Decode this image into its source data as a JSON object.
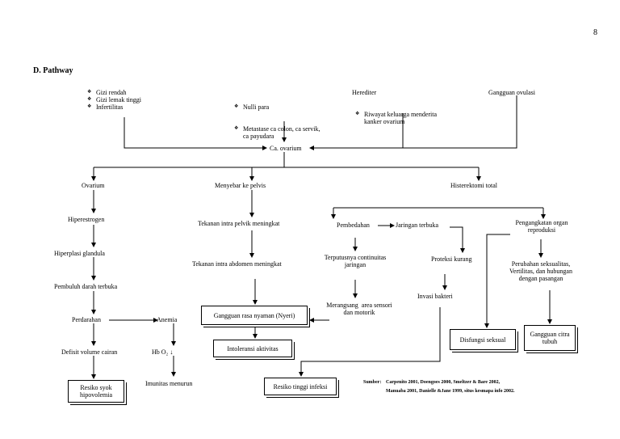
{
  "page_number": "8",
  "section_title": "D.  Pathway",
  "sources": {
    "group1": [
      "Gizi rendah",
      "Gizi lemak tinggi",
      "Infertilitas"
    ],
    "group2": [
      "Nulli para",
      "Metastase ca colon, ca servik,\nca payudara"
    ],
    "herediter_label": "Herediter",
    "group3": [
      "Riwayat keluarga menderita\nkanker ovarium"
    ],
    "gangguan_ovulasi": "Gangguan ovulasi"
  },
  "center": "Ca. ovarium",
  "branches": {
    "ovarium": "Ovarium",
    "menyebar": "Menyebar ke pelvis",
    "histerektomi": "Histerektomi total"
  },
  "left_chain": {
    "hiperestrogen": "Hiperestrogen",
    "hiperplasi": "Hiperplasi glandula",
    "pembuluh": "Pembuluh darah terbuka",
    "perdarahan": "Perdarahan",
    "anemia": "Anemia",
    "defisit": "Defisit volume cairan",
    "hb": "Hb O₂ ↓",
    "resiko_syok": "Resiko syok\nhipovolemia",
    "imunitas": "Imunitas menurun"
  },
  "middle_chain": {
    "tekanan_pelvik": "Tekanan intra pelvik meningkat",
    "tekanan_abdomen": "Tekanan intra abdomen meningkat",
    "nyeri": "Gangguan rasa nyaman (Nyeri)",
    "intoleransi": "Intoleransi aktivitas"
  },
  "right_chain": {
    "pembedahan": "Pembedahan",
    "jaringan_terbuka": "Jaringan terbuka",
    "terputusnya": "Terputusnya continuitas\njaringan",
    "proteksi": "Proteksi kurang",
    "merangsang": "Merangsang  area sensori\ndan motorik",
    "invasi": "Invasi bakteri",
    "resiko_infeksi": "Resiko tinggi infeksi",
    "pengangkatan": "Pengangkatan organ\nreproduksi",
    "perubahan": "Perubahan seksualitas,\nVertilitas, dan hubungan\ndengan pasangan",
    "disfungsi": "Disfungsi seksual",
    "citra": "Gangguan citra\ntubuh"
  },
  "citation": {
    "label": "Sumber:",
    "line1": "Carpenito 2001, Doengoes 2000, Smeltzer & Bare 2002,",
    "line2": "Manuaba 2001, Danielle &Jane 1999, situs kesmapa info 2002."
  }
}
